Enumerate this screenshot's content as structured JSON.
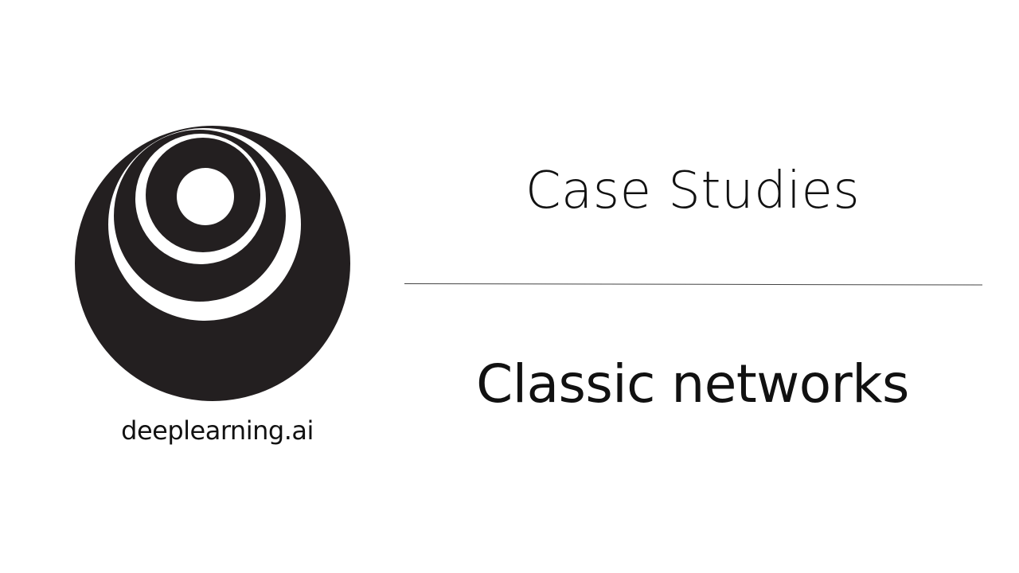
{
  "slide": {
    "title": "Case Studies",
    "subtitle": "Classic networks"
  },
  "brand": {
    "logo_text": "deeplearning.ai",
    "logo_icon": "concentric-rings-logo",
    "logo_color": "#231f20",
    "background_color": "#ffffff"
  }
}
